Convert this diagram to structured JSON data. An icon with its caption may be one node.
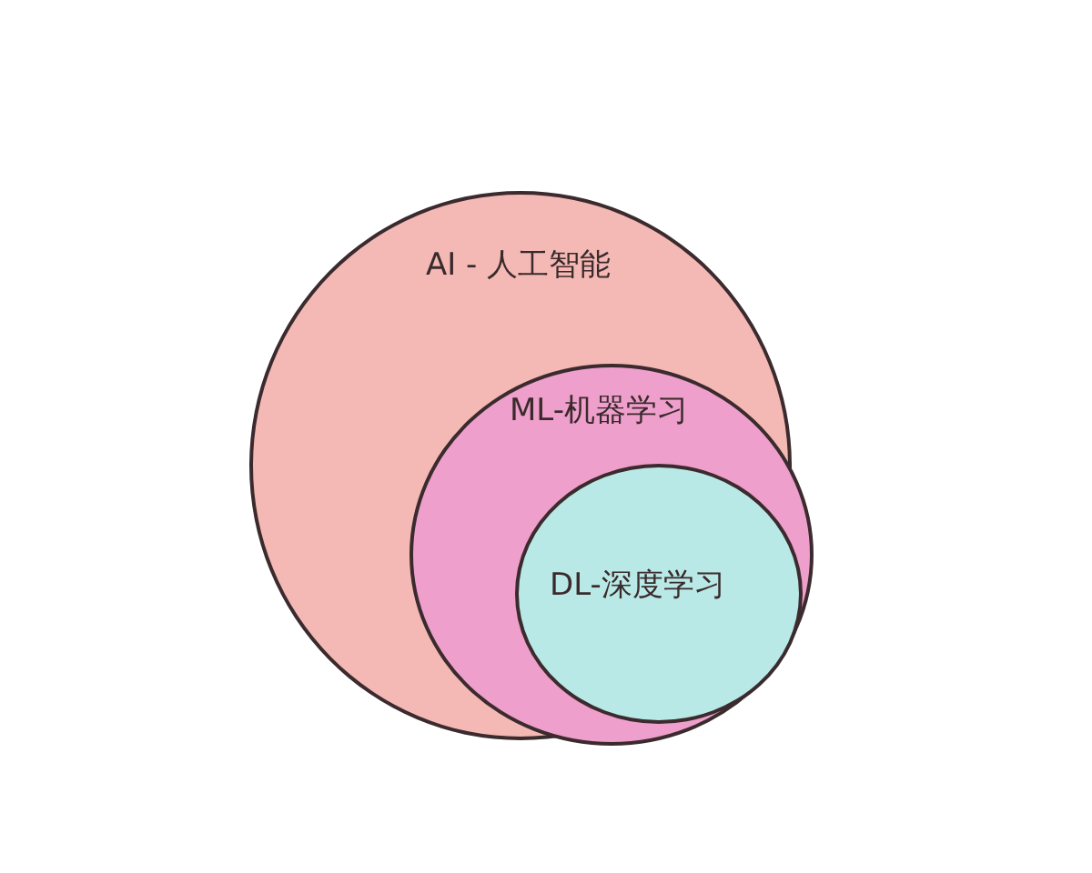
{
  "diagram": {
    "nodes": [
      {
        "text": [
          "AI - 人工智能"
        ]
      },
      {
        "text": [
          "ML-机器学习"
        ],
        "in": 0
      },
      {
        "text": [
          "DL-深度学习"
        ],
        "in": 1
      }
    ]
  }
}
